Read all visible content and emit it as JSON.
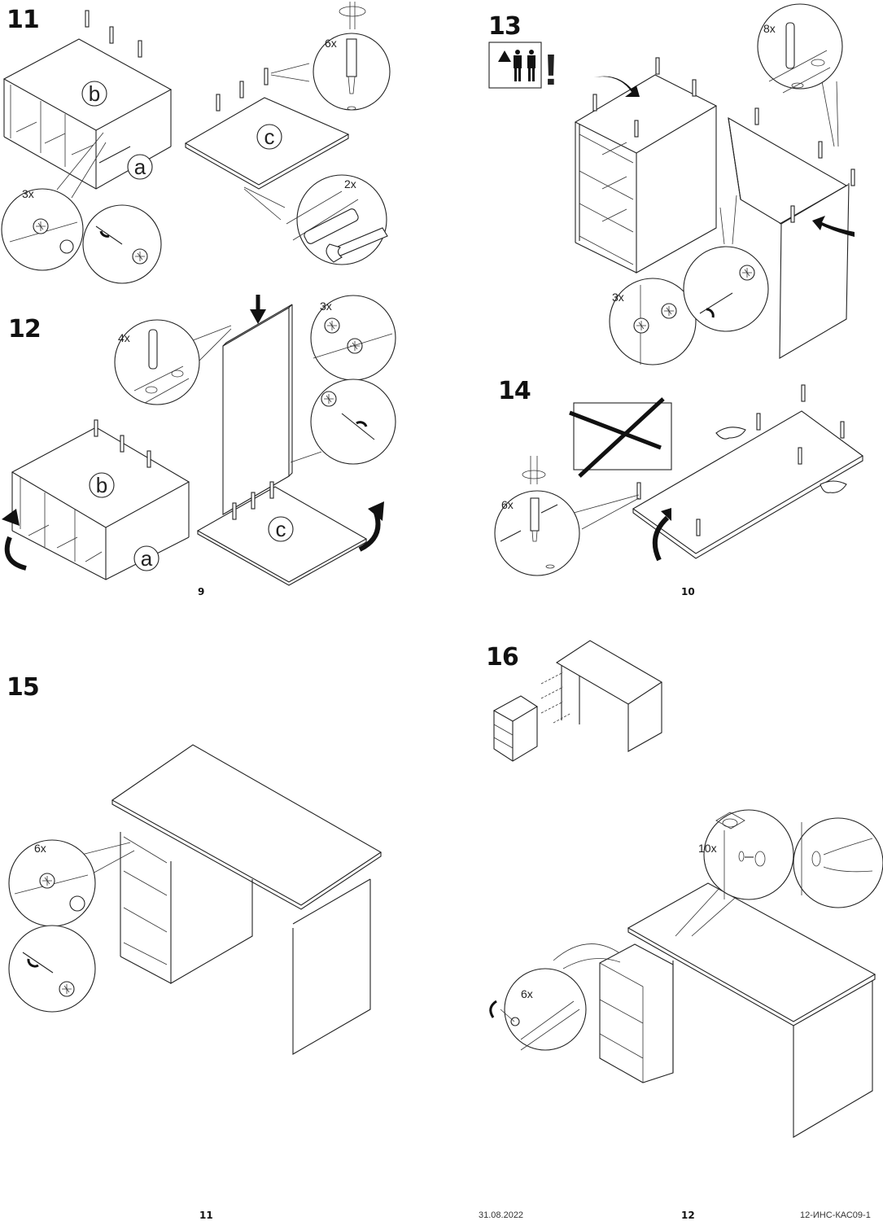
{
  "document": {
    "type": "furniture assembly instructions",
    "pages": [
      {
        "number": "9",
        "steps": [
          "11",
          "12"
        ]
      },
      {
        "number": "10",
        "steps": [
          "13",
          "14"
        ]
      },
      {
        "number": "11",
        "steps": [
          "15"
        ]
      },
      {
        "number": "12",
        "steps": [
          "16"
        ]
      }
    ]
  },
  "steps": {
    "s11": {
      "number": "11",
      "parts": [
        "b",
        "a",
        "c"
      ],
      "callouts": [
        "3x",
        "6x",
        "2x"
      ]
    },
    "s12": {
      "number": "12",
      "parts": [
        "b",
        "a",
        "c"
      ],
      "callouts": [
        "4x",
        "3x"
      ]
    },
    "s13": {
      "number": "13",
      "callouts": [
        "8x",
        "3x"
      ],
      "warning": {
        "icons": [
          "warning-triangle-icon",
          "two-persons-icon"
        ],
        "mark": "!"
      }
    },
    "s14": {
      "number": "14",
      "callouts": [
        "6x"
      ],
      "incorrect_example_icon": "cross-out-icon"
    },
    "s15": {
      "number": "15",
      "callouts": [
        "6x"
      ]
    },
    "s16": {
      "number": "16",
      "callouts": [
        "10x",
        "6x"
      ]
    }
  },
  "page_numbers": {
    "p9": "9",
    "p10": "10",
    "p11": "11",
    "p12": "12"
  },
  "footer": {
    "date": "31.08.2022",
    "doc_code": "12-ИНС-КАС09-1"
  },
  "colors": {
    "line": "#222222",
    "background": "#ffffff"
  }
}
